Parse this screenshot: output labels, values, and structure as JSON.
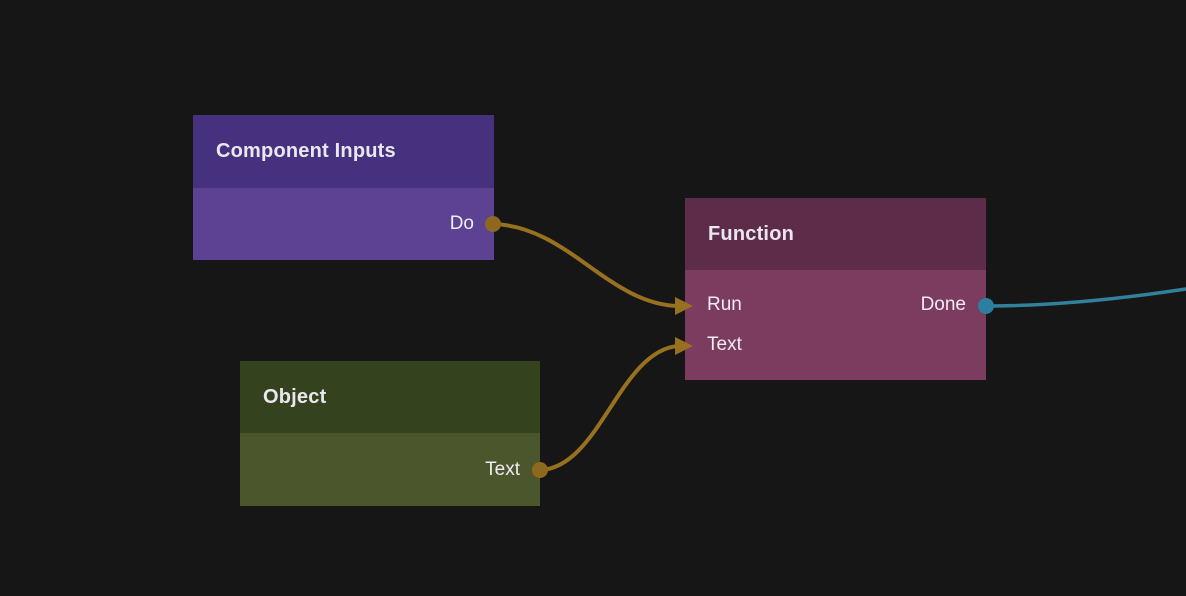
{
  "canvas": {
    "background_color": "#161616"
  },
  "colors": {
    "exec_wire_gold": "#97711f",
    "data_wire_teal": "#32809b",
    "port_dot_gold": "#8d691e",
    "port_dot_teal": "#2c7f9e"
  },
  "nodes": {
    "component_inputs": {
      "title": "Component Inputs",
      "header_color": "#46317e",
      "body_color": "#5d4293",
      "outputs": [
        {
          "label": "Do",
          "port_color": "#8d691e"
        }
      ]
    },
    "object": {
      "title": "Object",
      "header_color": "#35421e",
      "body_color": "#4c562c",
      "outputs": [
        {
          "label": "Text",
          "port_color": "#8d691e"
        }
      ]
    },
    "function": {
      "title": "Function",
      "header_color": "#5d2c49",
      "body_color": "#7b3c60",
      "inputs": [
        {
          "label": "Run"
        },
        {
          "label": "Text"
        }
      ],
      "outputs": [
        {
          "label": "Done",
          "port_color": "#2c7f9e"
        }
      ]
    }
  },
  "connections": [
    {
      "from_node": "Component Inputs",
      "from_port": "Do",
      "to_node": "Function",
      "to_port": "Run",
      "color": "#97711f"
    },
    {
      "from_node": "Object",
      "from_port": "Text",
      "to_node": "Function",
      "to_port": "Text",
      "color": "#97711f"
    },
    {
      "from_node": "Function",
      "from_port": "Done",
      "to_node": "",
      "to_port": "",
      "exits": "right-edge",
      "color": "#32809b"
    }
  ]
}
